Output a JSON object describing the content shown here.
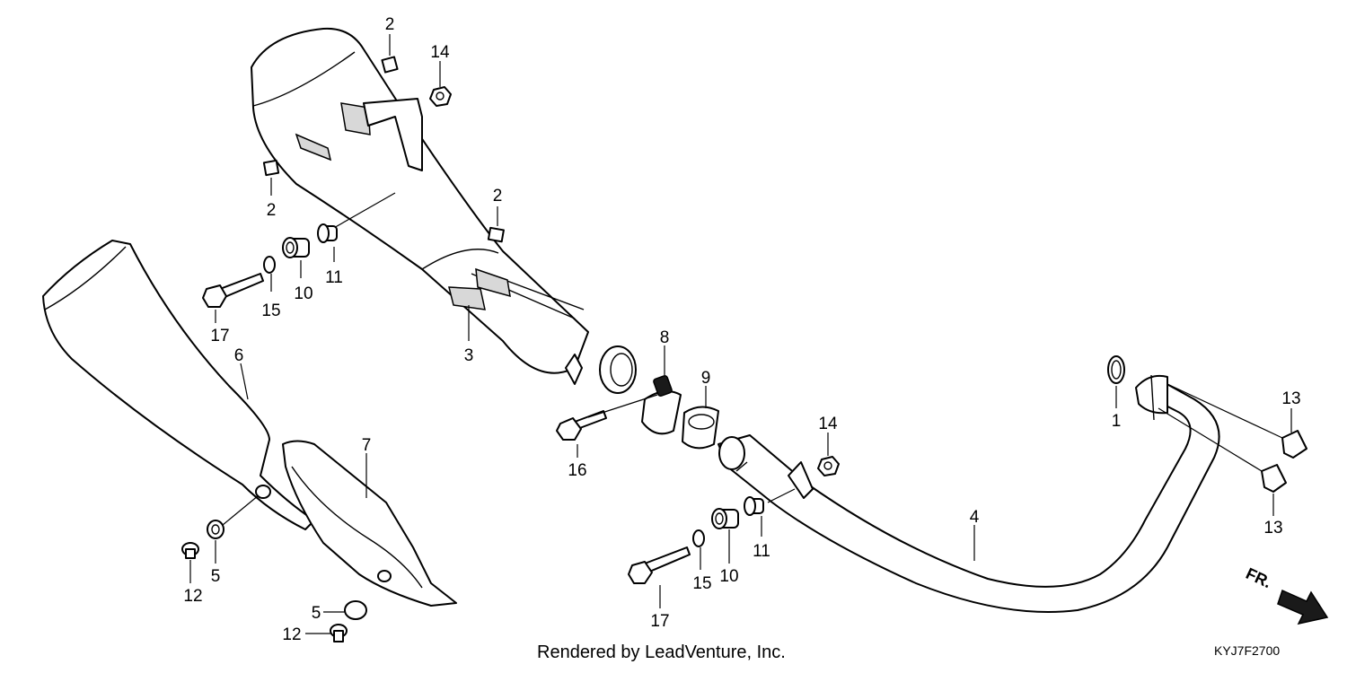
{
  "diagram": {
    "labels": [
      {
        "id": "lbl-2a",
        "text": "2"
      },
      {
        "id": "lbl-14a",
        "text": "14"
      },
      {
        "id": "lbl-2b",
        "text": "2"
      },
      {
        "id": "lbl-2c",
        "text": "2"
      },
      {
        "id": "lbl-11a",
        "text": "11"
      },
      {
        "id": "lbl-10a",
        "text": "10"
      },
      {
        "id": "lbl-15a",
        "text": "15"
      },
      {
        "id": "lbl-17a",
        "text": "17"
      },
      {
        "id": "lbl-3",
        "text": "3"
      },
      {
        "id": "lbl-6",
        "text": "6"
      },
      {
        "id": "lbl-7",
        "text": "7"
      },
      {
        "id": "lbl-8",
        "text": "8"
      },
      {
        "id": "lbl-9",
        "text": "9"
      },
      {
        "id": "lbl-16",
        "text": "16"
      },
      {
        "id": "lbl-14b",
        "text": "14"
      },
      {
        "id": "lbl-1",
        "text": "1"
      },
      {
        "id": "lbl-13a",
        "text": "13"
      },
      {
        "id": "lbl-13b",
        "text": "13"
      },
      {
        "id": "lbl-4",
        "text": "4"
      },
      {
        "id": "lbl-11b",
        "text": "11"
      },
      {
        "id": "lbl-10b",
        "text": "10"
      },
      {
        "id": "lbl-15b",
        "text": "15"
      },
      {
        "id": "lbl-17b",
        "text": "17"
      },
      {
        "id": "lbl-5a",
        "text": "5"
      },
      {
        "id": "lbl-12a",
        "text": "12"
      },
      {
        "id": "lbl-5b",
        "text": "5"
      },
      {
        "id": "lbl-12b",
        "text": "12"
      }
    ],
    "footer_text": "Rendered by LeadVenture, Inc.",
    "diagram_code": "KYJ7F2700",
    "direction_label": "FR."
  }
}
